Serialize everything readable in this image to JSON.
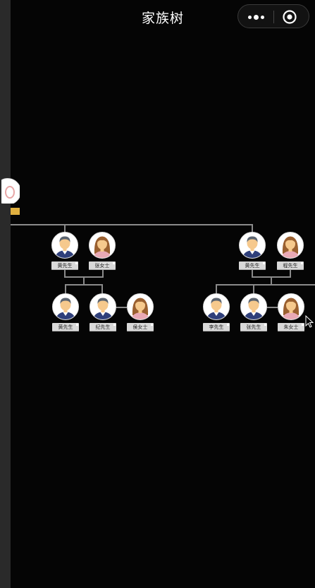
{
  "window": {
    "title": "家族树"
  },
  "capsule": {
    "more_icon": "more-dots-icon",
    "close_icon": "target-circle-icon"
  },
  "members": [
    {
      "id": "m1",
      "name": "黄先生",
      "gender": "male"
    },
    {
      "id": "m2",
      "name": "张女士",
      "gender": "female"
    },
    {
      "id": "m3",
      "name": "黄先生",
      "gender": "male"
    },
    {
      "id": "m4",
      "name": "程先生",
      "gender": "female"
    },
    {
      "id": "c1",
      "name": "黄先生",
      "gender": "male"
    },
    {
      "id": "c2",
      "name": "纪先生",
      "gender": "male"
    },
    {
      "id": "c3",
      "name": "侯女士",
      "gender": "female"
    },
    {
      "id": "c4",
      "name": "李先生",
      "gender": "male"
    },
    {
      "id": "c5",
      "name": "张先生",
      "gender": "male"
    },
    {
      "id": "c6",
      "name": "朱女士",
      "gender": "female"
    }
  ],
  "colors": {
    "background": "#050505",
    "connector": "#8a8a8a",
    "tag_bg": "#d9d9d9",
    "male_shirt": "#2f3f7a",
    "female_shirt": "#e9a9b5",
    "skin": "#f6c98d",
    "hair_male": "#5b6470",
    "hair_female": "#9a6030"
  }
}
